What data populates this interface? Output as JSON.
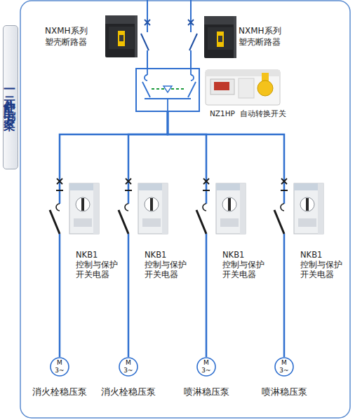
{
  "diagram": {
    "nodes": [
      {
        "text": [
          "一元件配电方案"
        ]
      },
      {
        "text": [
          "NZ1HP 自动转换开关"
        ]
      },
      {
        "text": [
          "M 3~",
          "消火栓稳压泵"
        ]
      },
      {
        "text": [
          "M 3~",
          "消火栓稳压泵"
        ]
      },
      {
        "text": [
          "M 3~",
          "喷淋稳压泵"
        ]
      },
      {
        "text": [
          "M 3~",
          "喷淋稳压泵"
        ]
      }
    ],
    "edges": [
      {
        "from": 1,
        "to": 2,
        "arrow": "none"
      },
      {
        "from": 1,
        "to": 3,
        "arrow": "none"
      },
      {
        "from": 1,
        "to": 4,
        "arrow": "none"
      },
      {
        "from": 1,
        "to": 5,
        "arrow": "none"
      }
    ],
    "labels": [
      "NXMH系列 塑壳断路器",
      "NXMH系列 塑壳断路器",
      "NKB1 控制与保护开关电器",
      "NKB1 控制与保护开关电器",
      "NKB1 控制与保护开关电器",
      "NKB1 控制与保护开关电器"
    ]
  }
}
